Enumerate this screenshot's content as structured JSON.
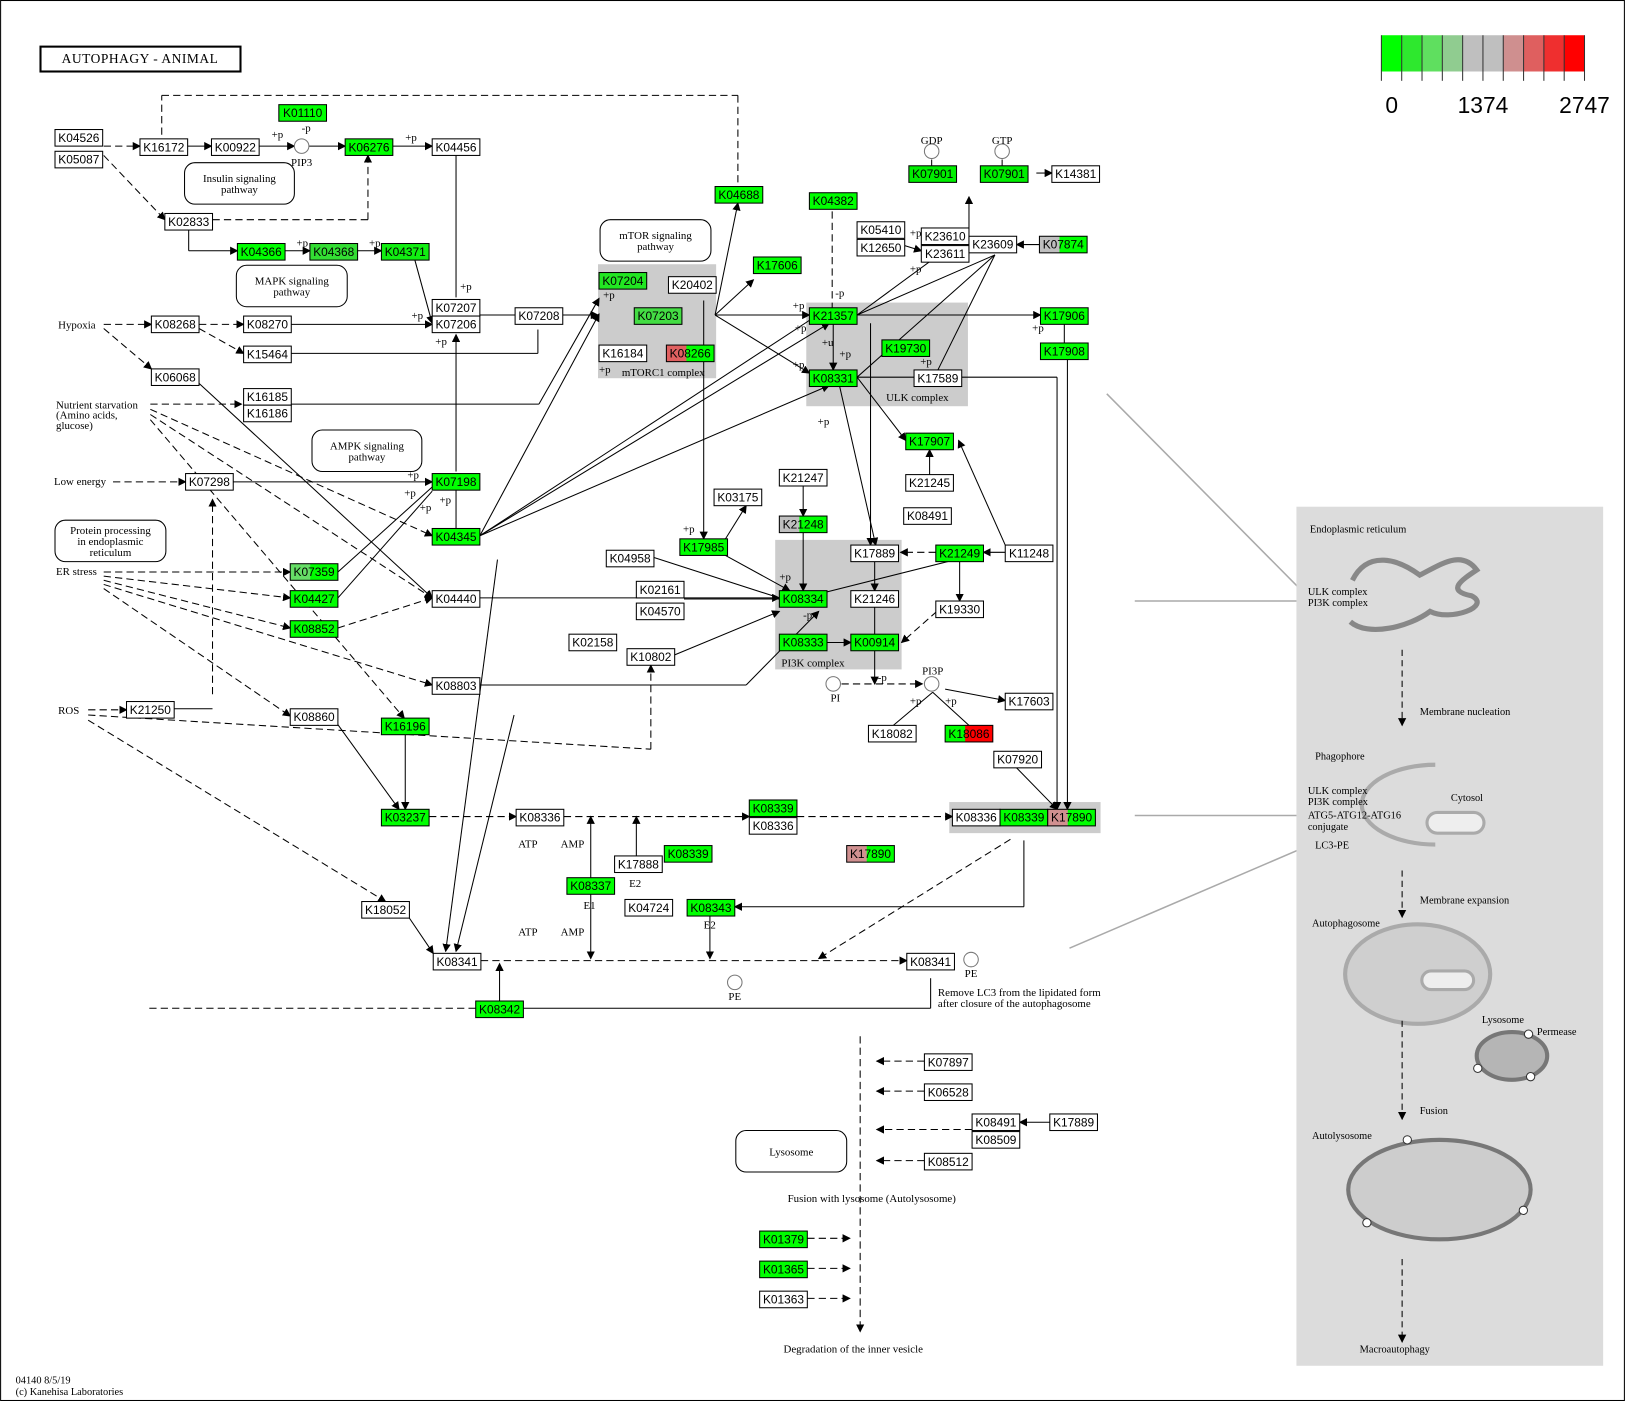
{
  "title": "AUTOPHAGY - ANIMAL",
  "footer": {
    "line1": "04140 8/5/19",
    "line2": "(c) Kanehisa Laboratories"
  },
  "legend": {
    "colors": [
      "#00ff00",
      "#2ee82e",
      "#5fdf5f",
      "#90cc90",
      "#bfbfbf",
      "#bfbfbf",
      "#cf8f8f",
      "#df5f5f",
      "#ef2f2f",
      "#ff0000"
    ],
    "min_label": "0",
    "mid_label": "1374",
    "max_label": "2747"
  },
  "nodes": [
    {
      "label": "K04526",
      "color": "#ffffff"
    },
    {
      "label": "K05087",
      "color": "#ffffff"
    },
    {
      "label": "K16172",
      "color": "#ffffff"
    },
    {
      "label": "K00922",
      "color": "#ffffff"
    },
    {
      "label": "K01110",
      "color": "#00ff00"
    },
    {
      "label": "K06276",
      "color": "#00ff00"
    },
    {
      "label": "K04456",
      "color": "#ffffff"
    },
    {
      "label": "K02833",
      "color": "#ffffff"
    },
    {
      "label": "K04366",
      "color": "#00ff00"
    },
    {
      "label": "K04368",
      "color": "#33dd33"
    },
    {
      "label": "K04371",
      "color": "#11ee11"
    },
    {
      "label": "K08268",
      "color": "#ffffff"
    },
    {
      "label": "K08270",
      "color": "#ffffff"
    },
    {
      "label": "K15464",
      "color": "#ffffff"
    },
    {
      "label": "K06068",
      "color": "#ffffff"
    },
    {
      "label": "K16185",
      "color": "#ffffff"
    },
    {
      "label": "K16186",
      "color": "#ffffff"
    },
    {
      "label": "K07207",
      "color": "#ffffff"
    },
    {
      "label": "K07206",
      "color": "#ffffff"
    },
    {
      "label": "K07208",
      "color": "#ffffff"
    },
    {
      "label": "K07204",
      "color": "#22e622"
    },
    {
      "label": "K20402",
      "color": "#ffffff"
    },
    {
      "label": "K07203",
      "color": "#44dd44"
    },
    {
      "label": "K16184",
      "color": "#ffffff"
    },
    {
      "label": "K08266",
      "color": "#e06060",
      "color2": "#00ff00"
    },
    {
      "label": "K04688",
      "color": "#00ff00"
    },
    {
      "label": "K17606",
      "color": "#00ff00"
    },
    {
      "label": "K04382",
      "color": "#00ff00"
    },
    {
      "label": "K05410",
      "color": "#ffffff"
    },
    {
      "label": "K12650",
      "color": "#ffffff"
    },
    {
      "label": "K23610",
      "color": "#ffffff"
    },
    {
      "label": "K23611",
      "color": "#ffffff"
    },
    {
      "label": "K23609",
      "color": "#ffffff"
    },
    {
      "label": "K07874",
      "color": "#bfbfbf",
      "color2": "#00ff00"
    },
    {
      "label": "K07901",
      "color": "#00ee00"
    },
    {
      "label": "K07901",
      "color": "#00ee00"
    },
    {
      "label": "K14381",
      "color": "#ffffff"
    },
    {
      "label": "K21357",
      "color": "#00ff00"
    },
    {
      "label": "K19730",
      "color": "#00ff00"
    },
    {
      "label": "K08331",
      "color": "#00ff00"
    },
    {
      "label": "K17589",
      "color": "#ffffff"
    },
    {
      "label": "K17906",
      "color": "#00ff00"
    },
    {
      "label": "K17908",
      "color": "#00ff00"
    },
    {
      "label": "K17907",
      "color": "#00ff00"
    },
    {
      "label": "K21245",
      "color": "#ffffff"
    },
    {
      "label": "K07298",
      "color": "#ffffff"
    },
    {
      "label": "K07198",
      "color": "#00ff00"
    },
    {
      "label": "K04345",
      "color": "#00ff00"
    },
    {
      "label": "K07359",
      "color": "#66dd66",
      "color2": "#00ff00"
    },
    {
      "label": "K04427",
      "color": "#00ff00"
    },
    {
      "label": "K08852",
      "color": "#00ff00"
    },
    {
      "label": "K04440",
      "color": "#ffffff"
    },
    {
      "label": "K08803",
      "color": "#ffffff"
    },
    {
      "label": "K21250",
      "color": "#ffffff"
    },
    {
      "label": "K08860",
      "color": "#ffffff"
    },
    {
      "label": "K16196",
      "color": "#00ff00"
    },
    {
      "label": "K21247",
      "color": "#ffffff"
    },
    {
      "label": "K03175",
      "color": "#ffffff"
    },
    {
      "label": "K21248",
      "color": "#bfbfbf",
      "color2": "#00ff00"
    },
    {
      "label": "K08491",
      "color": "#ffffff"
    },
    {
      "label": "K17985",
      "color": "#00ff00"
    },
    {
      "label": "K04958",
      "color": "#ffffff"
    },
    {
      "label": "K17889",
      "color": "#ffffff"
    },
    {
      "label": "K21249",
      "color": "#00ff00"
    },
    {
      "label": "K11248",
      "color": "#ffffff"
    },
    {
      "label": "K02161",
      "color": "#ffffff"
    },
    {
      "label": "K04570",
      "color": "#ffffff"
    },
    {
      "label": "K08334",
      "color": "#00ff00"
    },
    {
      "label": "K21246",
      "color": "#ffffff"
    },
    {
      "label": "K19330",
      "color": "#ffffff"
    },
    {
      "label": "K02158",
      "color": "#ffffff"
    },
    {
      "label": "K08333",
      "color": "#00ff00"
    },
    {
      "label": "K00914",
      "color": "#00ff00"
    },
    {
      "label": "K10802",
      "color": "#ffffff"
    },
    {
      "label": "K17603",
      "color": "#ffffff"
    },
    {
      "label": "K18082",
      "color": "#ffffff"
    },
    {
      "label": "K18086",
      "color": "#00ff00",
      "color2": "#ff0000"
    },
    {
      "label": "K07920",
      "color": "#ffffff"
    },
    {
      "label": "K03237",
      "color": "#00ff00"
    },
    {
      "label": "K08336",
      "color": "#ffffff"
    },
    {
      "label": "K08339",
      "color": "#00ff00"
    },
    {
      "label": "K08336",
      "color": "#ffffff"
    },
    {
      "label": "K08336",
      "color": "#ffffff"
    },
    {
      "label": "K08339",
      "color": "#00ff00"
    },
    {
      "label": "K17890",
      "color": "#d09090",
      "color2": "#00ff00"
    },
    {
      "label": "K17888",
      "color": "#ffffff"
    },
    {
      "label": "K08339",
      "color": "#00ff00"
    },
    {
      "label": "K17890",
      "color": "#d09090",
      "color2": "#00ff00"
    },
    {
      "label": "K08337",
      "color": "#00ff00"
    },
    {
      "label": "K04724",
      "color": "#ffffff"
    },
    {
      "label": "K08343",
      "color": "#00ff00"
    },
    {
      "label": "K18052",
      "color": "#ffffff"
    },
    {
      "label": "K08341",
      "color": "#ffffff"
    },
    {
      "label": "K08341",
      "color": "#ffffff"
    },
    {
      "label": "K08342",
      "color": "#00ff00"
    },
    {
      "label": "K07897",
      "color": "#ffffff"
    },
    {
      "label": "K06528",
      "color": "#ffffff"
    },
    {
      "label": "K08491",
      "color": "#ffffff"
    },
    {
      "label": "K08509",
      "color": "#ffffff"
    },
    {
      "label": "K17889",
      "color": "#ffffff"
    },
    {
      "label": "K08512",
      "color": "#ffffff"
    },
    {
      "label": "K01379",
      "color": "#00ff00"
    },
    {
      "label": "K01365",
      "color": "#00ff00"
    },
    {
      "label": "K01363",
      "color": "#ffffff"
    }
  ],
  "compounds": [
    "PIP3",
    "GDP",
    "GTP",
    "PI",
    "PI3P",
    "PE",
    "PE"
  ],
  "pathway_links": [
    {
      "line1": "Insulin signaling",
      "line2": "pathway"
    },
    {
      "line1": "MAPK signaling",
      "line2": "pathway"
    },
    {
      "line1": "mTOR signaling",
      "line2": "pathway"
    },
    {
      "line1": "AMPK signaling",
      "line2": "pathway"
    },
    {
      "line1": "Protein processing",
      "line2": "in endoplasmic",
      "line3": "reticulum"
    },
    {
      "line1": "Lysosome"
    }
  ],
  "labels": [
    "Hypoxia",
    "Nutrient starvation",
    "(Amino acids,",
    "glucose)",
    "Low energy",
    "ER stress",
    "ROS",
    "mTORC1 complex",
    "ULK complex",
    "PI3K complex",
    "ATP",
    "AMP",
    "E2",
    "E1",
    "ATP",
    "AMP",
    "E2",
    "Remove LC3 from the lipidated form",
    "after closure of the autophagosome",
    "Fusion with lysosome (Autolysosome)",
    "Degradation of the inner vesicle"
  ],
  "edge_labels": [
    "+p",
    "-p",
    "+p",
    "+p",
    "+p",
    "+p",
    "+p",
    "+p",
    "+p",
    "+p",
    "+p",
    "+p",
    "+p",
    "+p",
    "+p",
    "+p",
    "-p",
    "+p",
    "+p",
    "+u",
    "+p",
    "+p",
    "+p",
    "+p",
    "+p",
    "+p",
    "+p",
    "-p",
    "-p",
    "+p",
    "+p"
  ],
  "cell_panel": {
    "labels": [
      "Endoplasmic reticulum",
      "ULK complex",
      "PI3K complex",
      "Membrane nucleation",
      "Phagophore",
      "ULK complex",
      "PI3K complex",
      "ATG5-ATG12-ATG16",
      "conjugate",
      "LC3-PE",
      "Cytosol",
      "Membrane expansion",
      "Autophagosome",
      "Lysosome",
      "Permease",
      "Fusion",
      "Autolysosome",
      "Macroautophagy"
    ],
    "background": "#dcdcdc"
  }
}
